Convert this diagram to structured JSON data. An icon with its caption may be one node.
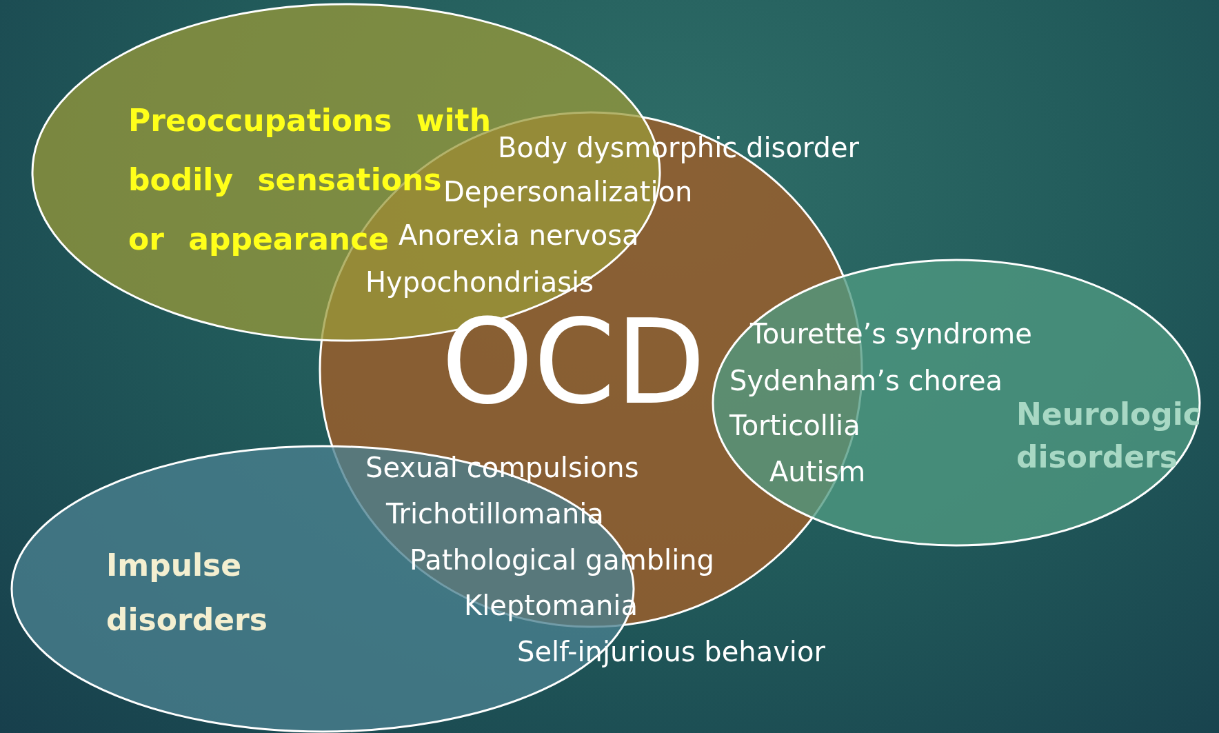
{
  "diagram": {
    "nodes": [
      {
        "text": [
          "Preoccupations with bodily sensations or appearance"
        ]
      },
      {
        "text": [
          "OCD"
        ]
      },
      {
        "text": [
          "Neurologic disorders"
        ]
      },
      {
        "text": [
          "Impulse disorders"
        ]
      }
    ],
    "labels": [
      "Body dysmorphic disorder",
      "Depersonalization",
      "Anorexia nervosa",
      "Hypochondriasis",
      "Tourette’s syndrome",
      "Sydenham’s chorea",
      "Torticollia",
      "Autism",
      "Sexual compulsions",
      "Trichotillomania",
      "Pathological gambling",
      "Kleptomania",
      "Self-injurious behavior"
    ]
  }
}
